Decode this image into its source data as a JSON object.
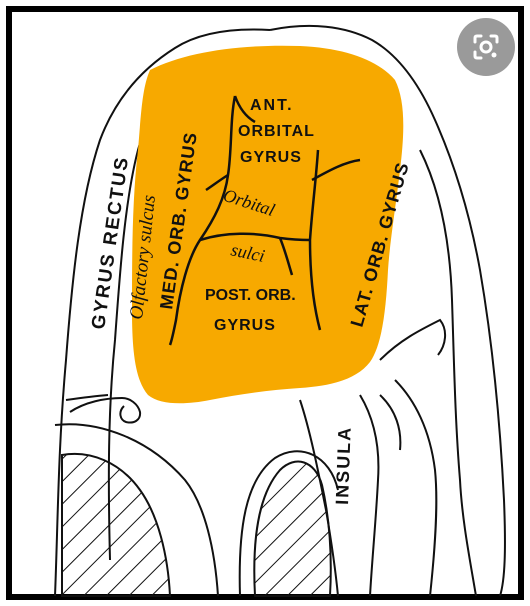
{
  "labels": {
    "gyrus_rectus": "GYRUS RECTUS",
    "olfactory_sulcus": "Olfactory sulcus",
    "med_orb_gyrus": "MED. ORB. GYRUS",
    "ant_orbital_gyrus_line1": "ANT.",
    "ant_orbital_gyrus_line2": "ORBITAL",
    "ant_orbital_gyrus_line3": "GYRUS",
    "orbital_sulci_line1": "Orbital",
    "orbital_sulci_line2": "sulci",
    "lat_orb_gyrus": "LAT. ORB. GYRUS",
    "post_orb_gyrus_line1": "POST. ORB.",
    "post_orb_gyrus_line2": "GYRUS",
    "insula": "INSULA"
  },
  "icons": {
    "visual_search": "lens-icon"
  },
  "colors": {
    "highlight": "#F7A900",
    "frame": "#000000",
    "button": "#9A9A9A"
  }
}
